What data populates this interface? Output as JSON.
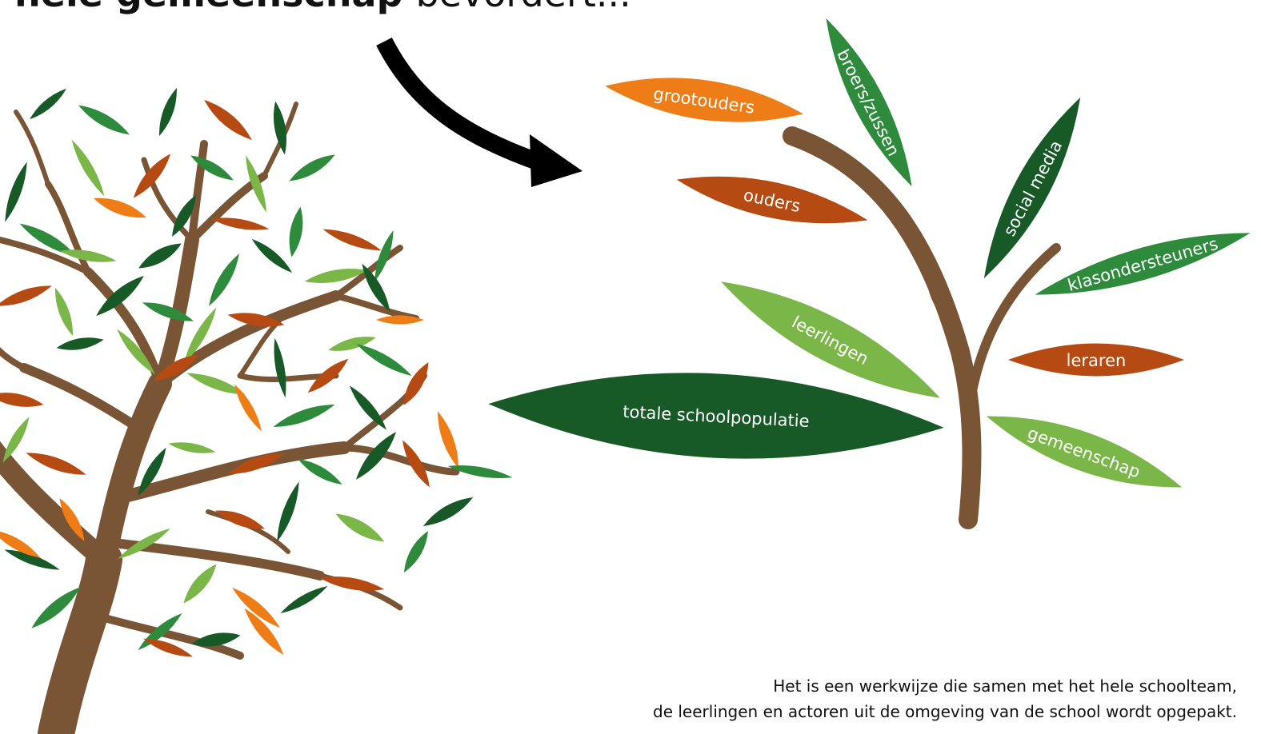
{
  "heading": {
    "bold_part": "hele gemeenschap",
    "light_part": "bevordert..."
  },
  "leaves": [
    {
      "id": "grootouders",
      "label": "grootouders",
      "color": "#EF7D17"
    },
    {
      "id": "broers-zussen",
      "label": "broers/zussen",
      "color": "#2E8B3C"
    },
    {
      "id": "ouders",
      "label": "ouders",
      "color": "#B54B13"
    },
    {
      "id": "social-media",
      "label": "social media",
      "color": "#175A27"
    },
    {
      "id": "klasondersteuners",
      "label": "klasondersteuners",
      "color": "#2E8B3C"
    },
    {
      "id": "leraren",
      "label": "leraren",
      "color": "#B54B13"
    },
    {
      "id": "leerlingen",
      "label": "leerlingen",
      "color": "#7AB648"
    },
    {
      "id": "totale-schoolpopulatie",
      "label": "totale schoolpopulatie",
      "color": "#175A27"
    },
    {
      "id": "gemeenschap",
      "label": "gemeenschap",
      "color": "#7AB648"
    }
  ],
  "caption": {
    "line1": "Het is een werkwijze die samen met het hele schoolteam,",
    "line2": "de leerlingen en actoren uit de omgeving van de school wordt opgepakt."
  },
  "colors": {
    "trunk": "#7A5535",
    "leaf_dark_green": "#175A27",
    "leaf_green": "#2E8B3C",
    "leaf_light_green": "#7AB648",
    "leaf_orange": "#EF7D17",
    "leaf_rust": "#B54B13",
    "arrow": "#000000",
    "text": "#111111"
  }
}
